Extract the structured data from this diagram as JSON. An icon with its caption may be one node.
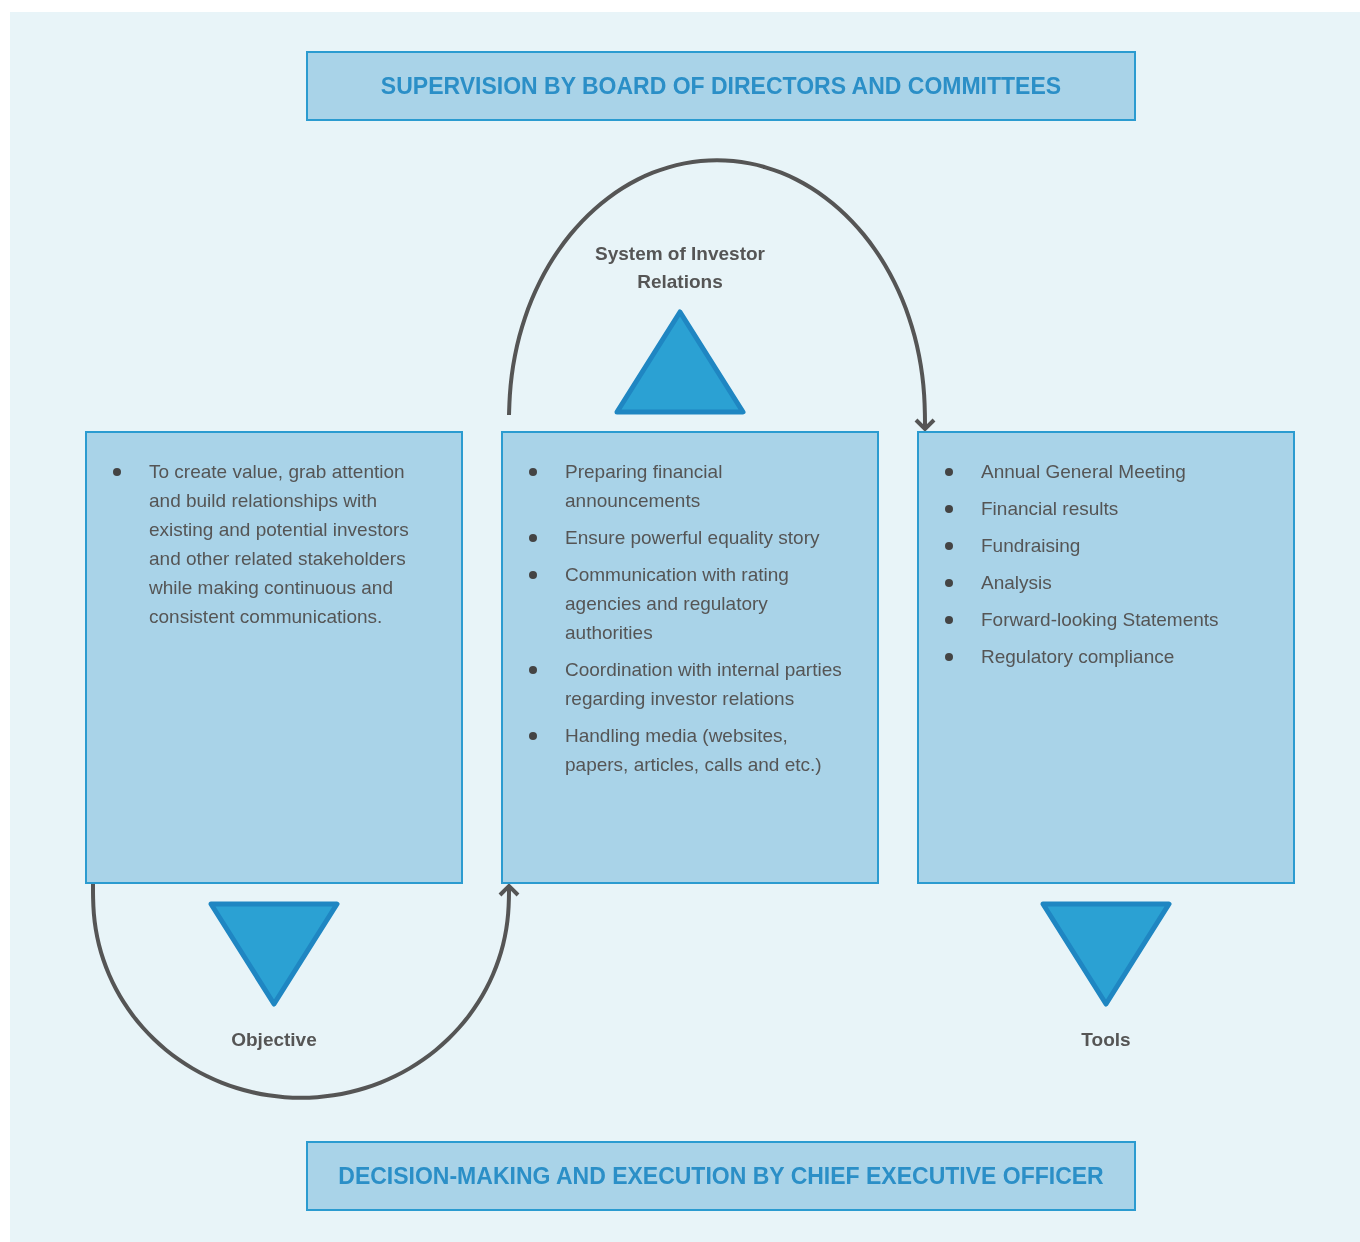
{
  "diagram": {
    "nodes": [
      {
        "text": [
          "SUPERVISION BY BOARD OF DIRECTORS AND COMMITTEES"
        ]
      },
      {
        "text": [],
        "shape": "triangle",
        "beside": [
          "System of Investor Relations"
        ]
      },
      {
        "text": [
          "To create value, grab attention and build relationships with existing and potential investors and other related stakeholders while making continuous and consistent communications."
        ]
      },
      {
        "text": [
          "Preparing financial announcements",
          "Ensure powerful equality story",
          "Communication with rating agencies and regulatory authorities",
          "Coordination with internal parties regarding investor relations",
          "Handling media (websites, papers, articles, calls and etc.)"
        ]
      },
      {
        "text": [
          "Annual General Meeting",
          "Financial results",
          "Fundraising",
          "Analysis",
          "Forward-looking Statements",
          "Regulatory compliance"
        ]
      },
      {
        "text": [],
        "shape": "triangle",
        "beside": [
          "Objective"
        ]
      },
      {
        "text": [],
        "shape": "triangle",
        "beside": [
          "Tools"
        ]
      },
      {
        "text": [
          "DECISION-MAKING AND EXECUTION BY CHIEF EXECUTIVE OFFICER"
        ]
      }
    ],
    "edges": [
      {
        "from": 2,
        "to": 3,
        "arrow": "to"
      },
      {
        "from": 3,
        "to": 4,
        "arrow": "to"
      }
    ]
  }
}
